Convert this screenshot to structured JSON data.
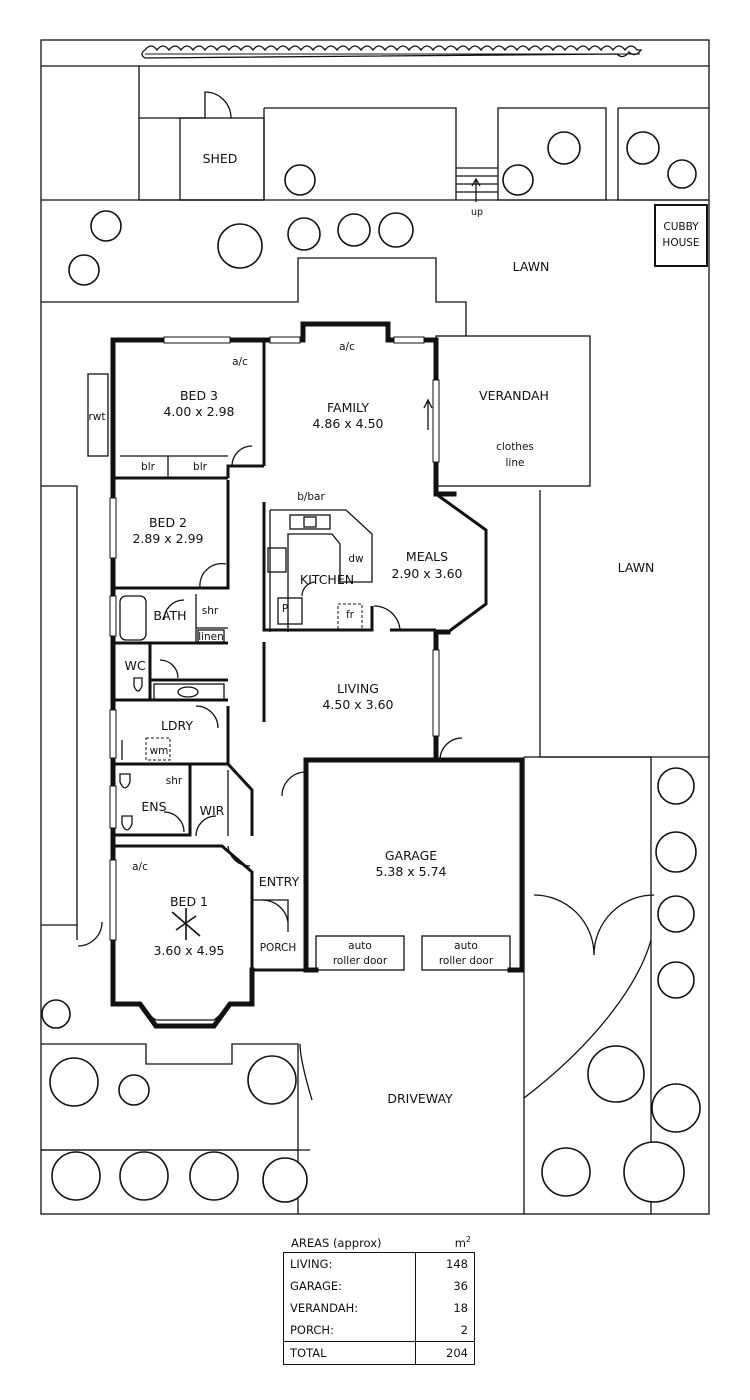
{
  "rooms": {
    "shed": "SHED",
    "up": "up",
    "cubby_line1": "CUBBY",
    "cubby_line2": "HOUSE",
    "lawn_top": "LAWN",
    "lawn_side": "LAWN",
    "rwt": "rwt",
    "bed3_name": "BED 3",
    "bed3_size": "4.00 x 2.98",
    "family_name": "FAMILY",
    "family_size": "4.86 x 4.50",
    "verandah": "VERANDAH",
    "clothes_line1": "clothes",
    "clothes_line2": "line",
    "ac": "a/c",
    "blr": "blr",
    "bbar": "b/bar",
    "bed2_name": "BED 2",
    "bed2_size": "2.89 x 2.99",
    "dw": "dw",
    "kitchen": "KITCHEN",
    "meals_name": "MEALS",
    "meals_size": "2.90 x 3.60",
    "p": "P",
    "fr": "fr",
    "bath": "BATH",
    "shr": "shr",
    "linen": "linen",
    "wc": "WC",
    "living_name": "LIVING",
    "living_size": "4.50 x 3.60",
    "ldry": "LDRY",
    "wm": "wm",
    "ens": "ENS",
    "wir": "WIR",
    "garage_name": "GARAGE",
    "garage_size": "5.38 x 5.74",
    "entry": "ENTRY",
    "bed1_name": "BED 1",
    "bed1_size": "3.60 x 4.95",
    "porch": "PORCH",
    "auto": "auto",
    "roller_door": "roller door",
    "driveway": "DRIVEWAY"
  },
  "areas": {
    "title": "AREAS (approx)",
    "unit": "m",
    "unit_sup": "2",
    "rows": [
      {
        "label": "LIVING:",
        "value": "148"
      },
      {
        "label": "GARAGE:",
        "value": "36"
      },
      {
        "label": "VERANDAH:",
        "value": "18"
      },
      {
        "label": "PORCH:",
        "value": "2"
      }
    ],
    "total_label": "TOTAL",
    "total_value": "204"
  }
}
